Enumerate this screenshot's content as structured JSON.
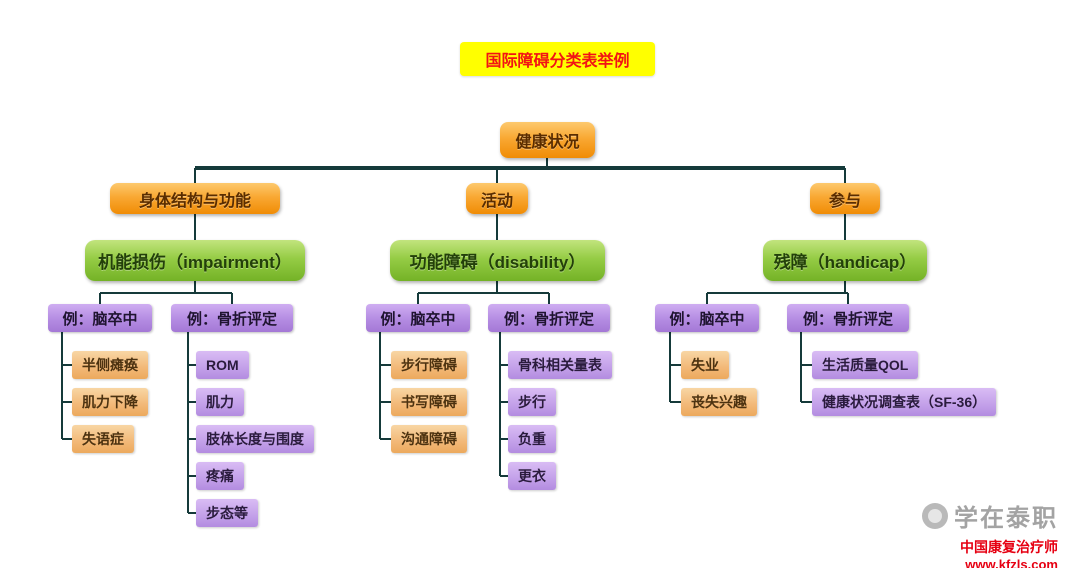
{
  "title": "国际障碍分类表举例",
  "root": {
    "label": "健康状况"
  },
  "branches": [
    {
      "label": "身体结构与功能",
      "category": "机能损伤（impairment）",
      "examples": [
        {
          "label": "例：脑卒中",
          "items": [
            "半侧瘫痪",
            "肌力下降",
            "失语症"
          ]
        },
        {
          "label": "例：骨折评定",
          "items": [
            "ROM",
            "肌力",
            "肢体长度与围度",
            "疼痛",
            "步态等"
          ]
        }
      ]
    },
    {
      "label": "活动",
      "category": "功能障碍（disability）",
      "examples": [
        {
          "label": "例：脑卒中",
          "items": [
            "步行障碍",
            "书写障碍",
            "沟通障碍"
          ]
        },
        {
          "label": "例：骨折评定",
          "items": [
            "骨科相关量表",
            "步行",
            "负重",
            "更衣"
          ]
        }
      ]
    },
    {
      "label": "参与",
      "category": "残障（handicap）",
      "examples": [
        {
          "label": "例：脑卒中",
          "items": [
            "失业",
            "丧失兴趣"
          ]
        },
        {
          "label": "例：骨折评定",
          "items": [
            "生活质量QOL",
            "健康状况调查表（SF-36）"
          ]
        }
      ]
    }
  ],
  "watermark": {
    "name": "学在泰职",
    "org": "中国康复治疗师",
    "url": "www.kfzls.com"
  },
  "colors": {
    "title_bg": "#ffff00",
    "title_text": "#f21414",
    "orange_node": "#f9a833",
    "green_node": "#95cc45",
    "purple_node": "#b48ce2",
    "leaf_orange": "#f2b877",
    "leaf_purple": "#c3a0e9",
    "connector": "#153a3a",
    "watermark_red": "#e60012"
  }
}
